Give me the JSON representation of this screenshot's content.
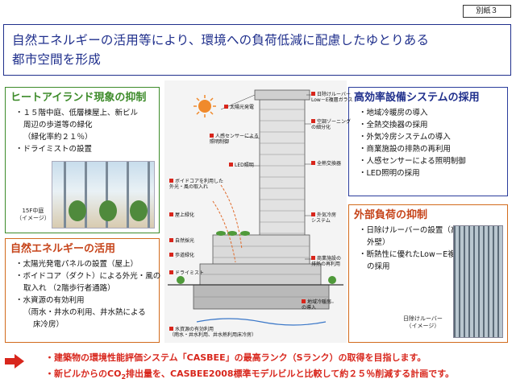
{
  "badge": "別紙３",
  "title": {
    "line1": "自然エネルギーの活用等により、環境への負荷低減に配慮したゆとりある",
    "line2": "都市空間を形成"
  },
  "heat_island": {
    "heading": "ヒートアイランド現象の抑制",
    "items": [
      "・１５階中庭、低層棟屋上、新ビル",
      "周辺の歩道等の緑化",
      "（緑化率約２１％）",
      "・ドライミストの設置"
    ],
    "photo_caption": [
      "15F中庭",
      "（イメージ）"
    ]
  },
  "natural_energy": {
    "heading": "自然エネルギーの活用",
    "items": [
      "・太陽光発電パネルの設置（屋上）",
      "・ボイドコア（ダクト）による外光・風の",
      "取入れ （2階歩行者通路）",
      "・水資源の有効利用",
      "（雨水・井水の利用、井水熱による",
      "床冷房）"
    ]
  },
  "equipment": {
    "heading": "高効率設備システムの採用",
    "items": [
      "・地域冷暖房の導入",
      "・全熱交換器の採用",
      "・外気冷房システムの導入",
      "・商業施設の排熱の再利用",
      "・人感センサーによる照明制御",
      "・LED照明の採用"
    ]
  },
  "external_load": {
    "heading": "外部負荷の抑制",
    "items": [
      "・日除けルーバーの設置（高層棟",
      "外壁）",
      "・断熱性に優れたLow－E複層ガラス",
      "の採用"
    ],
    "photo_caption": [
      "日除けルーバー",
      "（イメージ）"
    ]
  },
  "diagram": {
    "labels": {
      "solar": "太陽光発電",
      "sensor": "人感センサーによる",
      "sensor2": "照明制御",
      "led": "LED照明",
      "void": "ボイドコアを利用した",
      "void2": "外光・風の取入れ",
      "roof": "屋上緑化",
      "mist": "自然採光",
      "dry": "ドライミスト",
      "water": "水資源の有効利用",
      "water2": "（雨水・井水利用、井水熱利用床冷房）",
      "louver": "日除けルーバー",
      "louver2": "Low－E複層ガラス",
      "zone": "空調ゾーニング",
      "zone2": "の細分化",
      "heat": "全熱交換器",
      "outside": "外気冷房",
      "outside2": "システム",
      "exhaust": "商業施設の",
      "exhaust2": "排熱の再利用",
      "dhc": "地域冷暖房",
      "dhc2": "の導入",
      "pedestrian": "歩道緑化"
    }
  },
  "footer": {
    "line1": "・建築物の環境性能評価システム「CASBEE」の最高ランク（Sランク）の取得を目指します。",
    "line2_a": "・新ビルからのCO",
    "line2_sub": "2",
    "line2_b": "排出量を、CASBEE2008標準モデルビルと比較して約２５％削減する計画です。"
  },
  "colors": {
    "title_blue": "#1f2f8c",
    "green": "#3d8b2a",
    "orange": "#d26b1c",
    "red": "#d8261c"
  }
}
